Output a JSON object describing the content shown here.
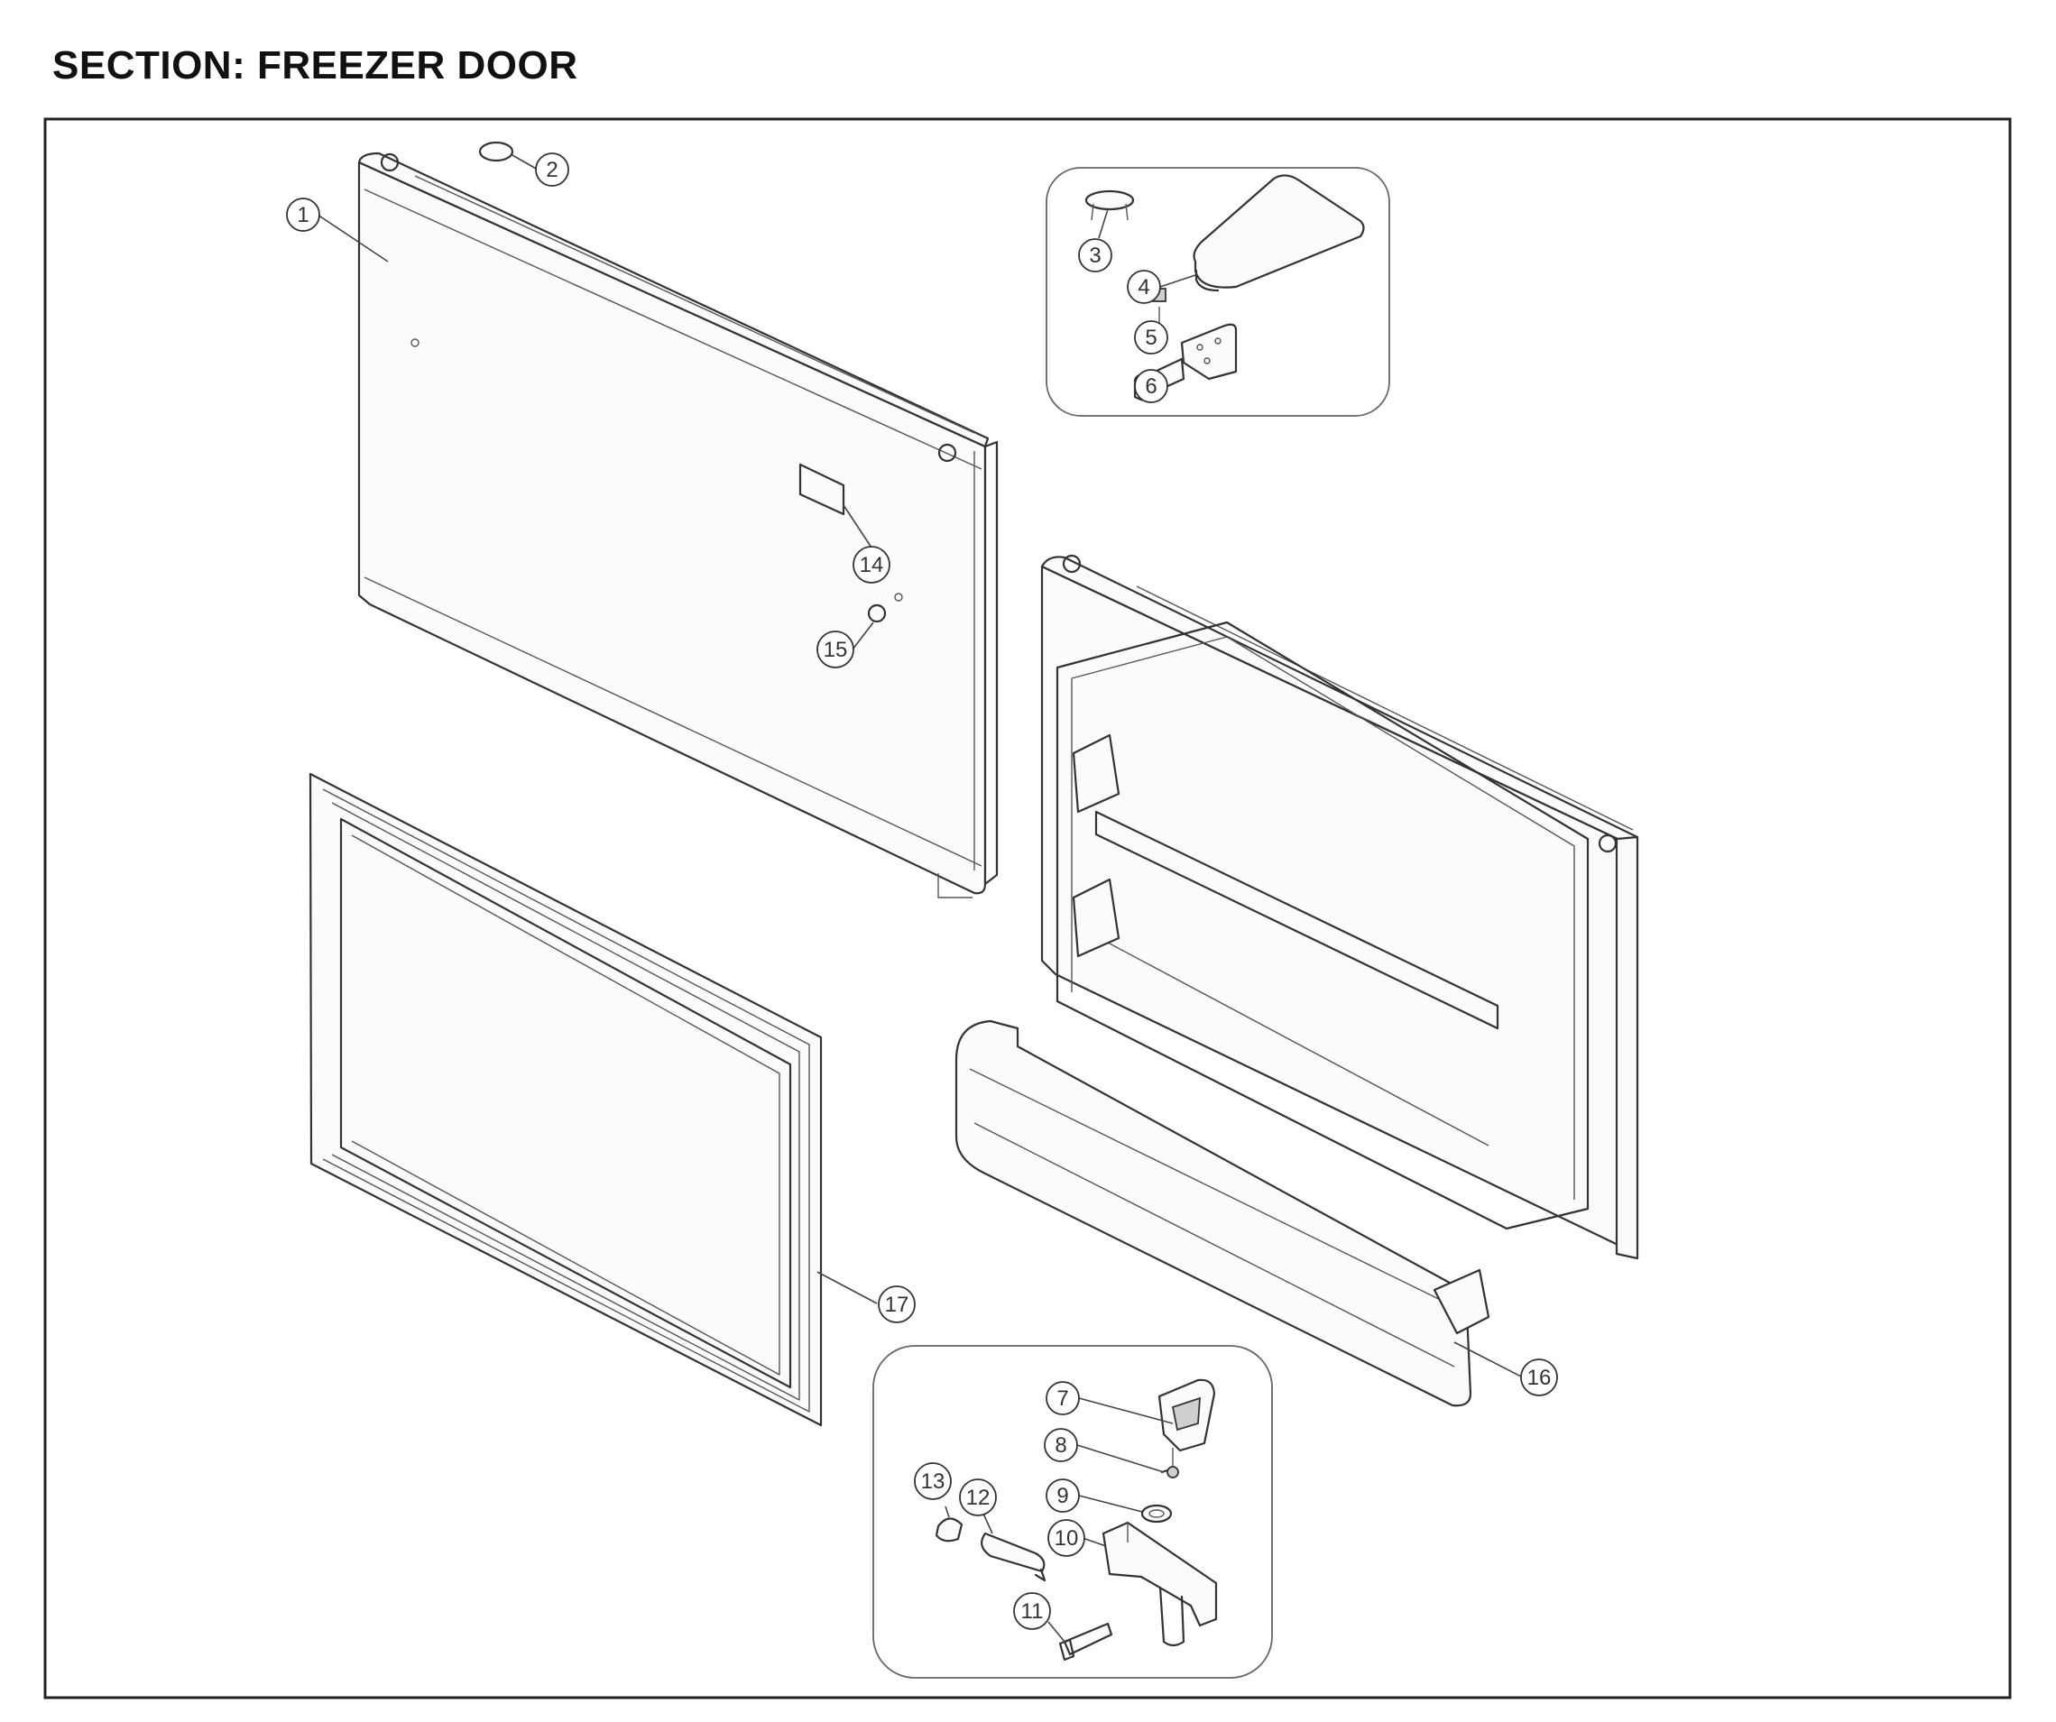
{
  "section_title": "SECTION: FREEZER DOOR",
  "callouts": [
    {
      "id": "c1",
      "label": "1"
    },
    {
      "id": "c2",
      "label": "2"
    },
    {
      "id": "c3",
      "label": "3"
    },
    {
      "id": "c4",
      "label": "4"
    },
    {
      "id": "c5",
      "label": "5"
    },
    {
      "id": "c6",
      "label": "6"
    },
    {
      "id": "c7",
      "label": "7"
    },
    {
      "id": "c8",
      "label": "8"
    },
    {
      "id": "c9",
      "label": "9"
    },
    {
      "id": "c10",
      "label": "10"
    },
    {
      "id": "c11",
      "label": "11"
    },
    {
      "id": "c12",
      "label": "12"
    },
    {
      "id": "c13",
      "label": "13"
    },
    {
      "id": "c14",
      "label": "14"
    },
    {
      "id": "c15",
      "label": "15"
    },
    {
      "id": "c16",
      "label": "16"
    },
    {
      "id": "c17",
      "label": "17"
    }
  ]
}
